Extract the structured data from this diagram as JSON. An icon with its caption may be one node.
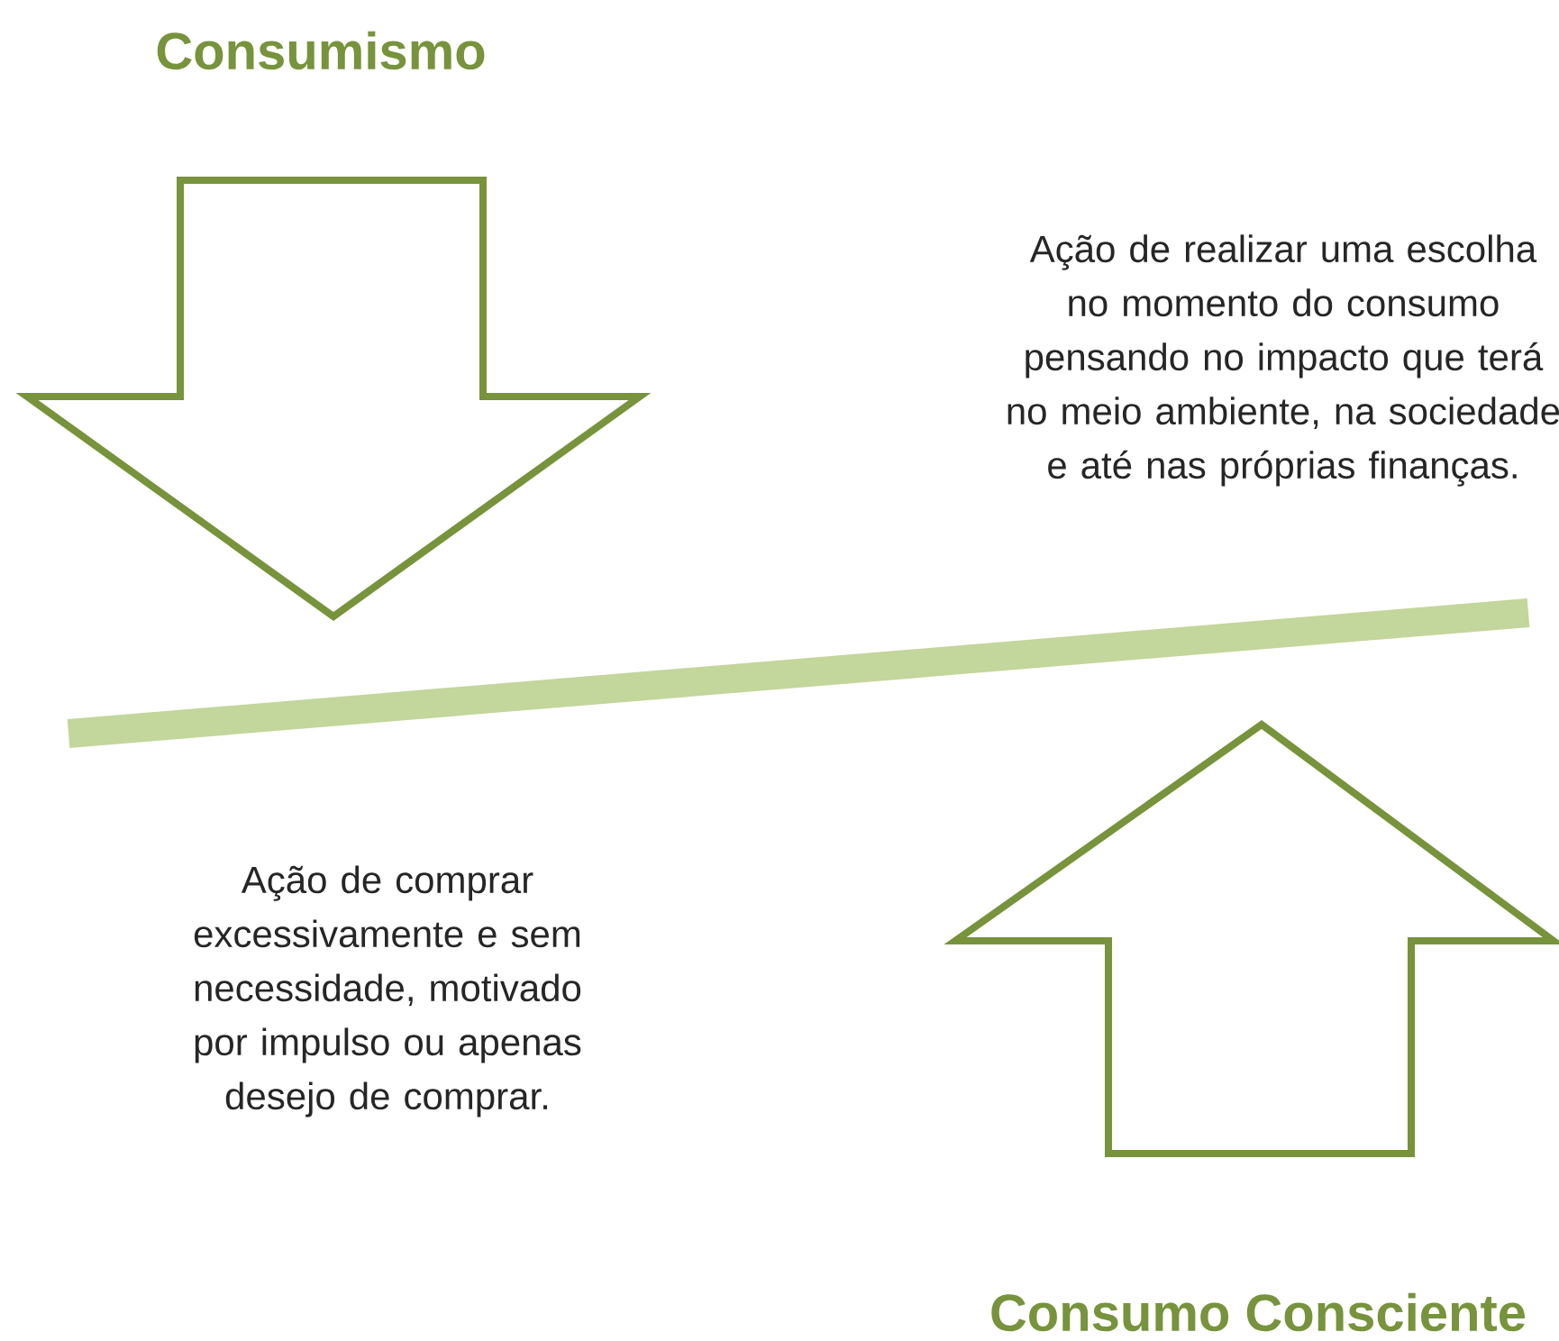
{
  "diagram": {
    "labels": [
      "Consumismo",
      "Ação de realizar uma escolha no momento do consumo pensando no impacto que terá no meio ambiente, na sociedade e até nas próprias finanças.",
      "Ação de comprar excessivamente e sem necessidade, motivado por impulso ou apenas desejo de comprar.",
      "Consumo Consciente"
    ]
  }
}
